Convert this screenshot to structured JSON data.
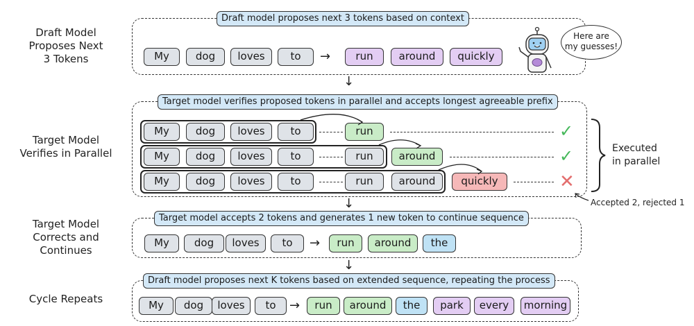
{
  "stages": [
    {
      "label": "Draft Model Proposes Next 3 Tokens",
      "label_lines": [
        "Draft Model",
        "Proposes Next",
        "3 Tokens"
      ],
      "caption": "Draft model proposes next 3 tokens based on context",
      "context_tokens": [
        "My",
        "dog",
        "loves",
        "to"
      ],
      "proposed_tokens": [
        "run",
        "around",
        "quickly"
      ],
      "speech_bubble": [
        "Here are",
        "my guesses!"
      ],
      "icon": "robot-icon"
    },
    {
      "label_lines": [
        "Target Model",
        "Verifies in Parallel"
      ],
      "caption": "Target model verifies proposed tokens in parallel and accepts longest agreeable prefix",
      "rows": [
        {
          "prefix": [
            "My",
            "dog",
            "loves",
            "to"
          ],
          "checked": [],
          "candidate": "run",
          "result": "accepted",
          "result_icon": "check-icon"
        },
        {
          "prefix": [
            "My",
            "dog",
            "loves",
            "to"
          ],
          "checked": [
            "run"
          ],
          "candidate": "around",
          "result": "accepted",
          "result_icon": "check-icon"
        },
        {
          "prefix": [
            "My",
            "dog",
            "loves",
            "to"
          ],
          "checked": [
            "run",
            "around"
          ],
          "candidate": "quickly",
          "result": "rejected",
          "result_icon": "cross-icon"
        }
      ],
      "brace_label": [
        "Executed",
        "in parallel"
      ],
      "annotation": "Accepted 2, rejected 1"
    },
    {
      "label_lines": [
        "Target Model",
        "Corrects and",
        "Continues"
      ],
      "caption": "Target model accepts 2 tokens and generates 1 new token to continue sequence",
      "context_tokens": [
        "My",
        "dog",
        "loves",
        "to"
      ],
      "accepted_tokens": [
        "run",
        "around"
      ],
      "new_tokens": [
        "the"
      ]
    },
    {
      "label_lines": [
        "Cycle Repeats"
      ],
      "caption": "Draft model proposes next K tokens based on extended sequence, repeating the process",
      "context_tokens": [
        "My",
        "dog",
        "loves",
        "to"
      ],
      "accepted_tokens": [
        "run",
        "around"
      ],
      "new_tokens": [
        "the"
      ],
      "proposed_tokens": [
        "park",
        "every",
        "morning"
      ]
    }
  ],
  "symbols": {
    "arrow": "→",
    "down_arrow": "↓",
    "check": "✓",
    "cross": "✕",
    "dashes": "---"
  },
  "colors": {
    "context": "#dfe3e8",
    "proposed": "#e3cdf3",
    "accepted": "#c9ecc7",
    "rejected": "#f6b8b8",
    "generated": "#bfe2f5",
    "caption": "#d3e8f7"
  }
}
